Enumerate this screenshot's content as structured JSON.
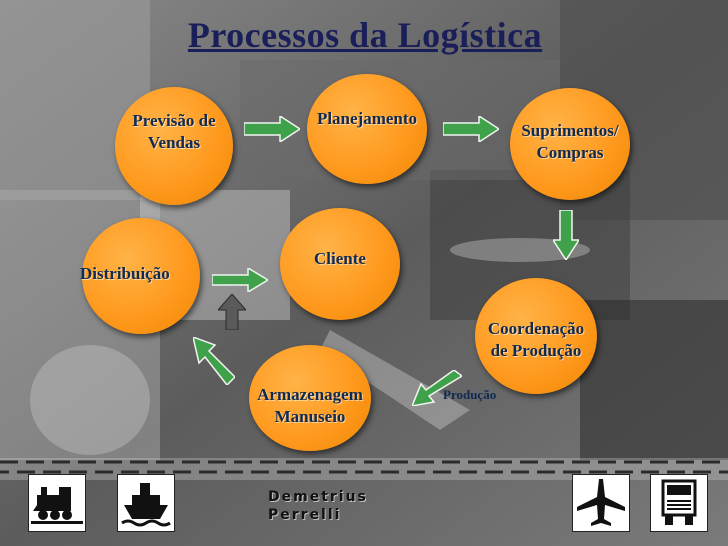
{
  "title": "Processos da Logística",
  "nodes": {
    "previsao": "Previsão de\nVendas",
    "planejamento": "Planejamento",
    "suprimentos": "Suprimentos/\nCompras",
    "cliente": "Cliente",
    "distribuicao": "Distribuição",
    "coordenacao": "Coordenação\nde Produção",
    "armazenagem": "Armazenagem\nManuseio"
  },
  "edge_label": "Produção",
  "footer": {
    "author_line1": "Demetrius",
    "author_line2": "Perrelli"
  },
  "icons": [
    "train-icon",
    "ship-icon",
    "airplane-icon",
    "truck-icon"
  ],
  "colors": {
    "node_fill": "#ff9a1f",
    "arrow_fill": "#3fa24a",
    "title": "#1a1f5a"
  }
}
